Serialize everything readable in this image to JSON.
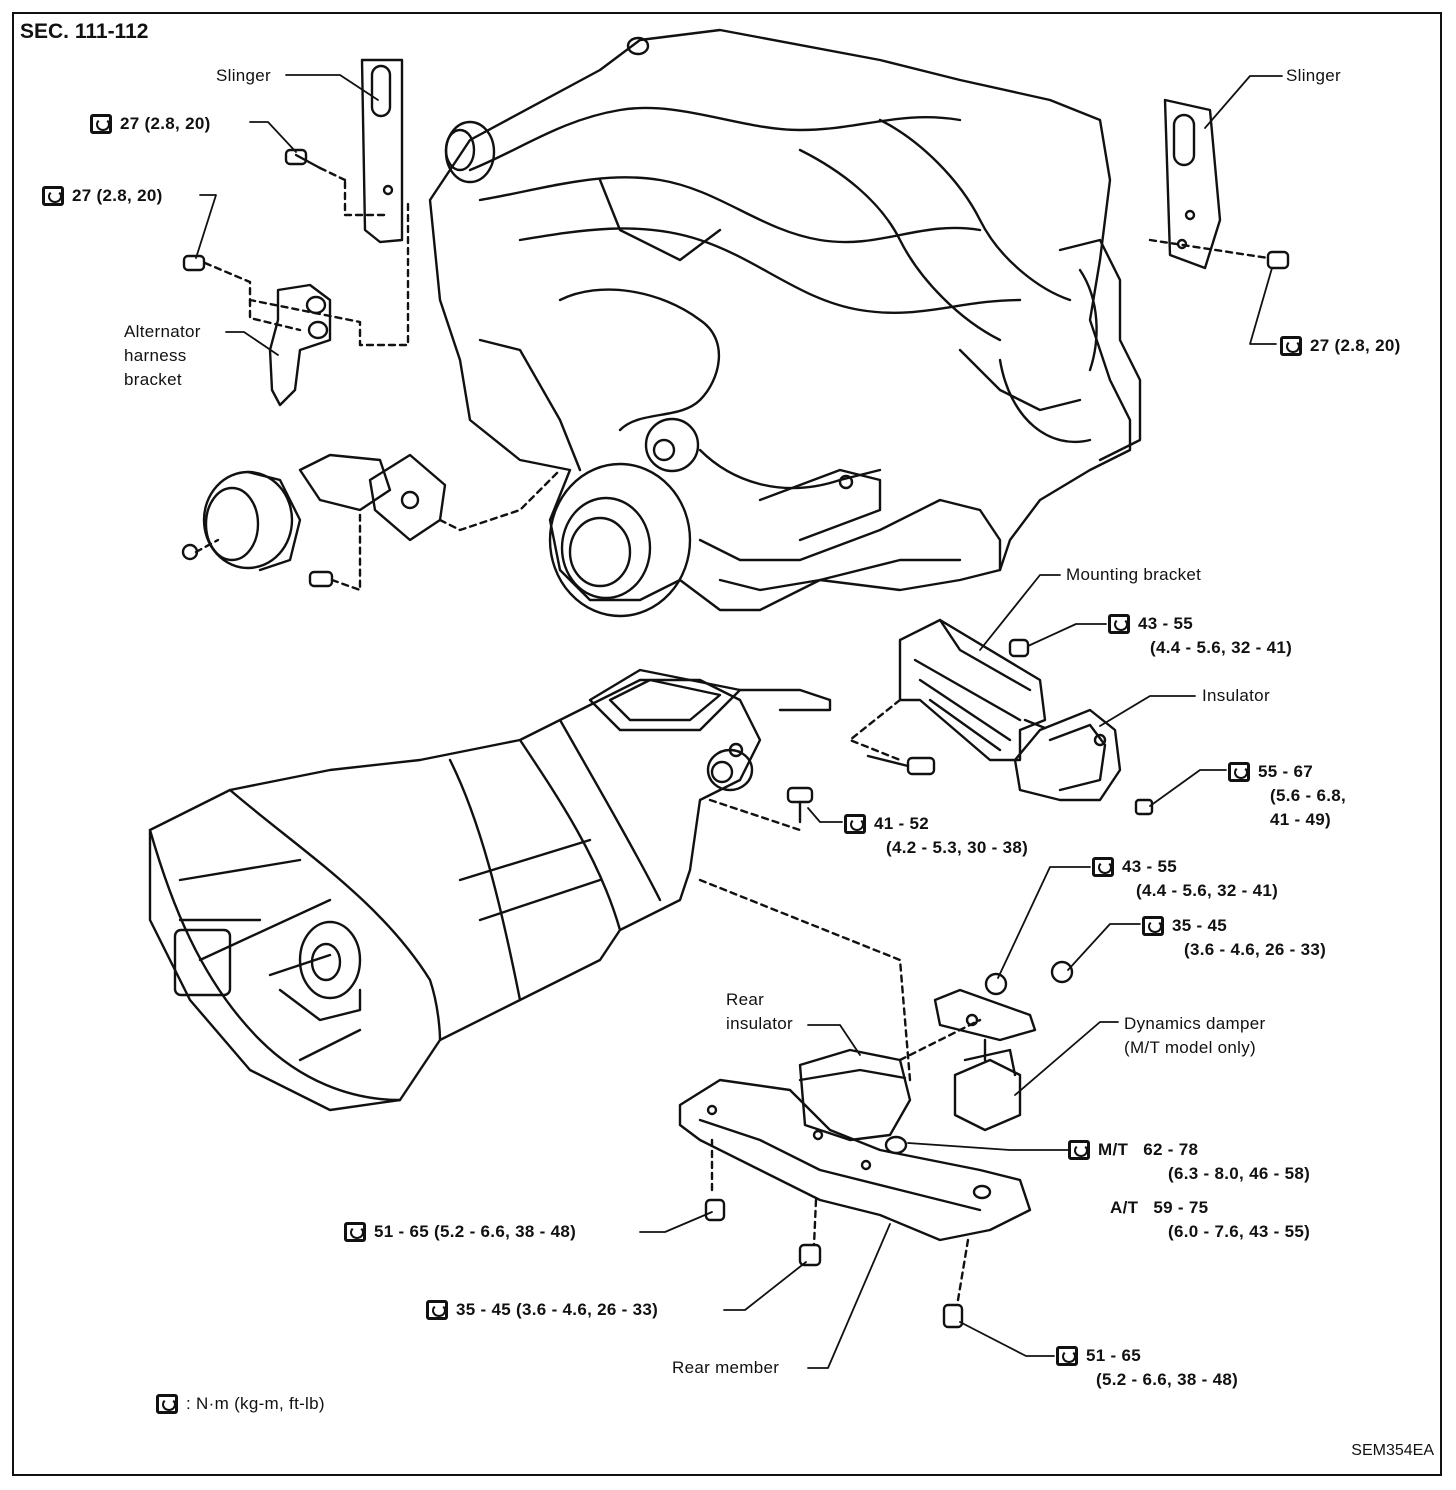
{
  "header": {
    "section": "SEC. 111-112"
  },
  "footer": {
    "figure_code": "SEM354EA"
  },
  "legend": {
    "unit_text": ": N·m (kg-m, ft-lb)",
    "icon": "torque-wrench-icon"
  },
  "labels": {
    "slinger_left": "Slinger",
    "slinger_right": "Slinger",
    "alternator_bracket": [
      "Alternator",
      "harness",
      "bracket"
    ],
    "mounting_bracket": "Mounting bracket",
    "insulator": "Insulator",
    "rear_insulator": [
      "Rear",
      "insulator"
    ],
    "dynamics_damper": [
      "Dynamics damper",
      "(M/T model only)"
    ],
    "rear_member": "Rear member"
  },
  "torques": {
    "t1": "27 (2.8, 20)",
    "t2": "27 (2.8, 20)",
    "t3": "27 (2.8, 20)",
    "t4": [
      "43 - 55",
      "(4.4 - 5.6, 32 - 41)"
    ],
    "t5": [
      "55 - 67",
      "(5.6 - 6.8,",
      "41 - 49)"
    ],
    "t6": [
      "41 - 52",
      "(4.2 - 5.3, 30 - 38)"
    ],
    "t7": [
      "43 - 55",
      "(4.4 - 5.6, 32 - 41)"
    ],
    "t8": [
      "35 - 45",
      "(3.6 - 4.6, 26 - 33)"
    ],
    "t9": {
      "mt_label": "M/T",
      "mt_value": "62 - 78",
      "mt_detail": "(6.3 - 8.0, 46 - 58)",
      "at_label": "A/T",
      "at_value": "59 - 75",
      "at_detail": "(6.0 - 7.6, 43 - 55)"
    },
    "t10": "51 - 65 (5.2 - 6.6, 38 - 48)",
    "t11": "35 - 45 (3.6 - 4.6, 26 - 33)",
    "t12": [
      "51 - 65",
      "(5.2 - 6.6, 38 - 48)"
    ]
  }
}
